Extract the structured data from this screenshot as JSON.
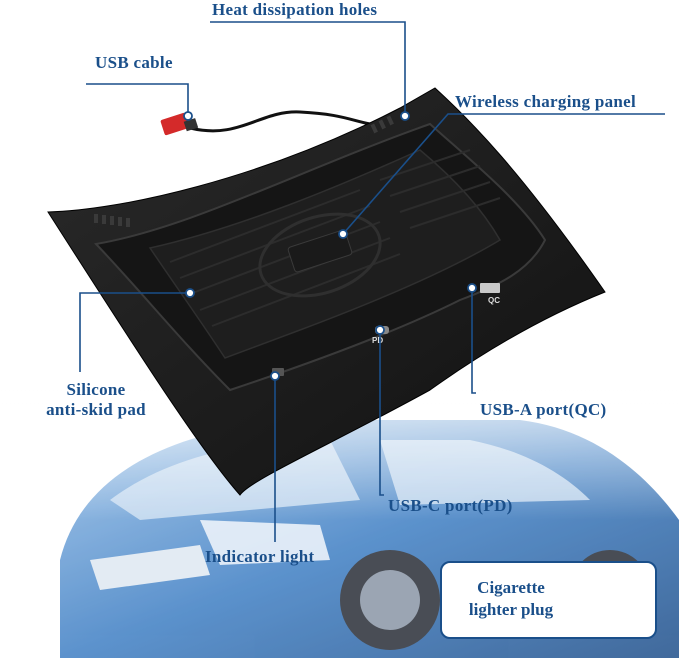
{
  "labels": {
    "heat_dissipation": "Heat dissipation holes",
    "usb_cable": "USB cable",
    "wireless_panel": "Wireless charging panel",
    "silicone_line1": "Silicone",
    "silicone_line2": "anti-skid pad",
    "usb_a": "USB-A port(QC)",
    "usb_c": "USB-C port(PD)",
    "indicator": "Indicator light",
    "plug": "Cigarette lighter plug"
  },
  "port_marks": {
    "pd": "PD",
    "qc": "QC"
  },
  "colors": {
    "label": "#1a4f8a",
    "pad": "#1c1c1c",
    "car_blue": "#3f7fc4"
  }
}
